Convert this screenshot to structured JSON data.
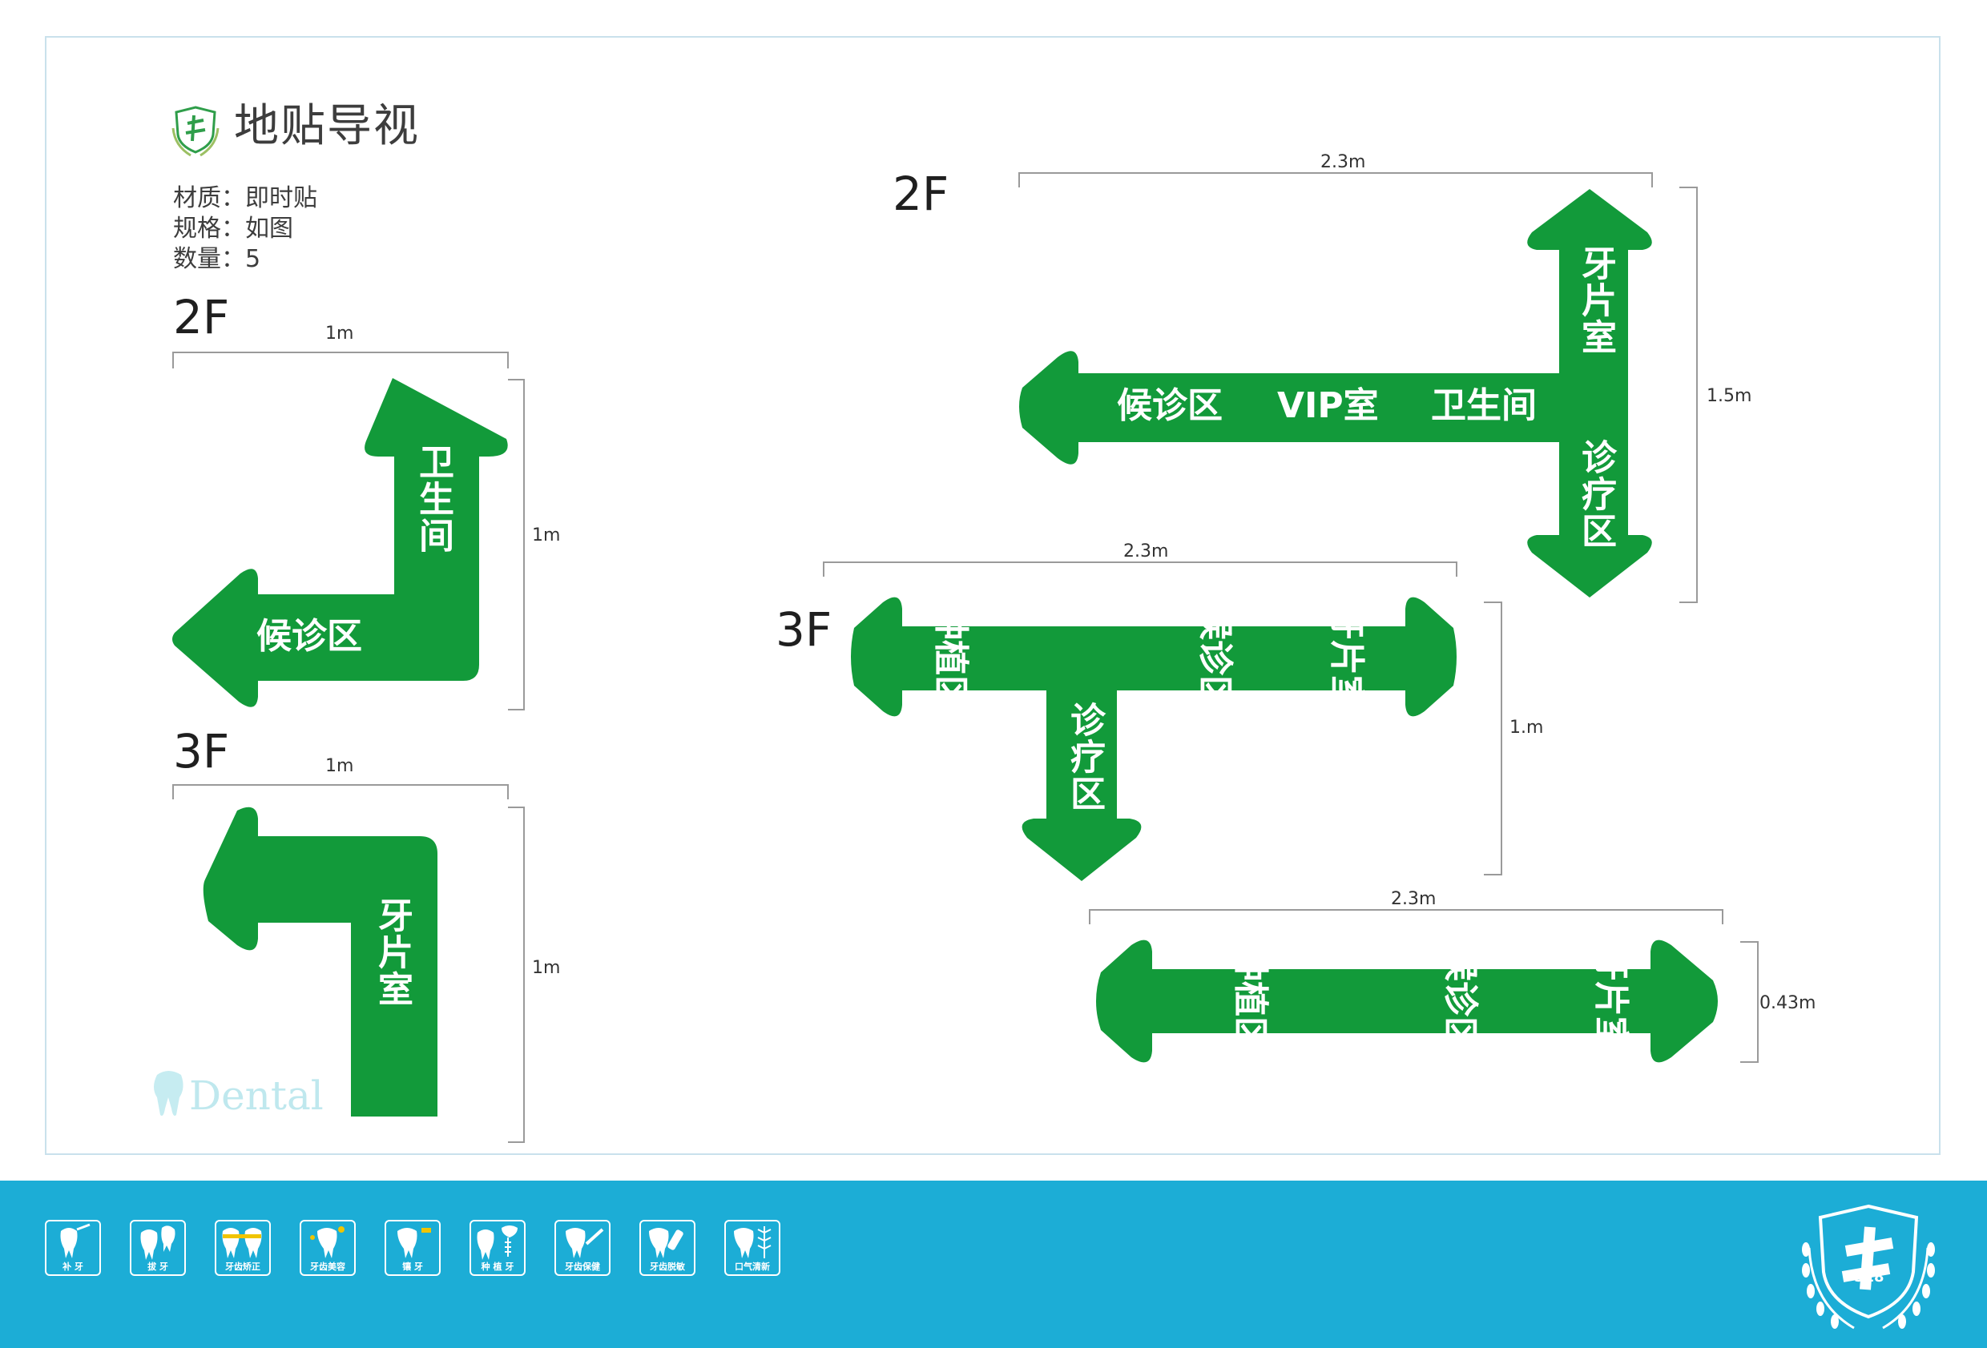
{
  "header": {
    "title": "地贴导视",
    "specs": [
      "材质：即时贴",
      "规格：如图",
      "数量：5"
    ]
  },
  "colors": {
    "arrow_green": "#129a3a",
    "footer_blue": "#1cadd6",
    "frame": "#c9e1ec"
  },
  "left_signs": {
    "floor_2f": "2F",
    "floor_3f": "3F",
    "dim_2f_width": "1m",
    "dim_2f_height": "1m",
    "dim_3f_width": "1m",
    "dim_3f_height": "1m",
    "sign_2f_up": "卫生间",
    "sign_2f_left": "候诊区",
    "sign_3f_left": "牙片室"
  },
  "right_signs": {
    "floor_2f": "2F",
    "floor_3f": "3F",
    "dim_2f_width": "2.3m",
    "dim_2f_height": "1.5m",
    "dim_3f_width": "2.3m",
    "dim_3f_height": "1.m",
    "dim_bottom_width": "2.3m",
    "dim_bottom_height": "0.43m",
    "t2f_up": "牙片室",
    "t2f_down": "诊疗区",
    "t2f_left_1": "候诊区",
    "t2f_left_2": "VIP室",
    "t2f_left_3": "卫生间",
    "t3f_1": "种植区",
    "t3f_2": "候诊区",
    "t3f_3": "牙片室",
    "t3f_down": "诊疗区",
    "bar_1": "种植区",
    "bar_2": "候诊区",
    "bar_3": "牙片室"
  },
  "watermark": "Dental",
  "footer": {
    "services": [
      "补 牙",
      "拔 牙",
      "牙齿矫正",
      "牙齿美容",
      "镶 牙",
      "种 植 牙",
      "牙齿保健",
      "牙齿脱敏",
      "口气清新"
    ],
    "brand_number": "518"
  }
}
